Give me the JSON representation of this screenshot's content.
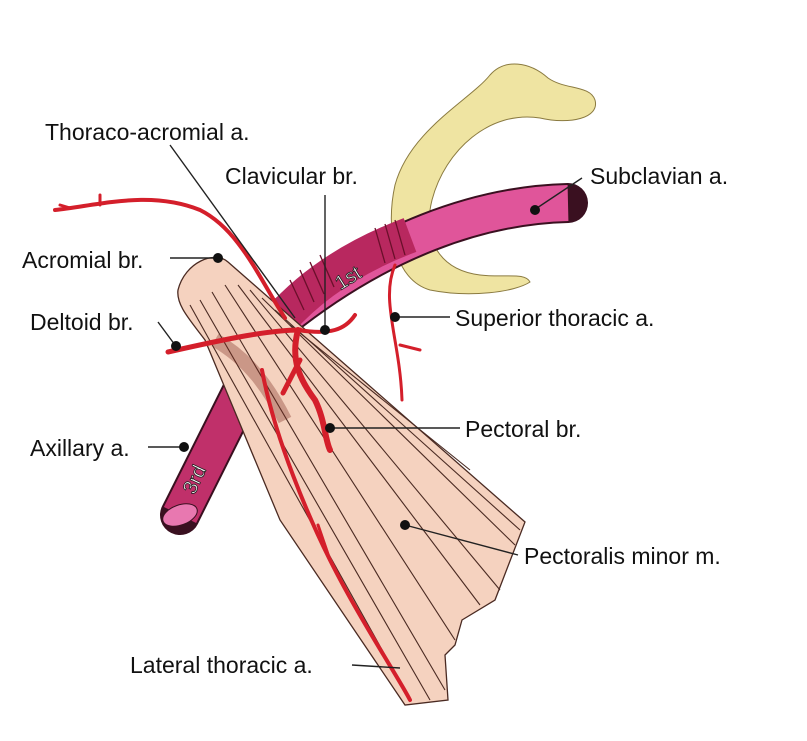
{
  "labels": {
    "thoraco_acromial": "Thoraco-acromial a.",
    "clavicular": "Clavicular br.",
    "subclavian": "Subclavian a.",
    "acromial": "Acromial br.",
    "deltoid": "Deltoid br.",
    "superior_thoracic": "Superior thoracic a.",
    "axillary": "Axillary a.",
    "pectoral": "Pectoral br.",
    "pectoralis_minor": "Pectoralis minor m.",
    "lateral_thoracic": "Lateral thoracic a."
  },
  "part_tags": {
    "first": "1st",
    "third": "3rd"
  },
  "colors": {
    "artery": "#d41f2b",
    "vessel": "#e0559a",
    "muscle": "#f5d2bf",
    "bone": "#efe4a2"
  }
}
